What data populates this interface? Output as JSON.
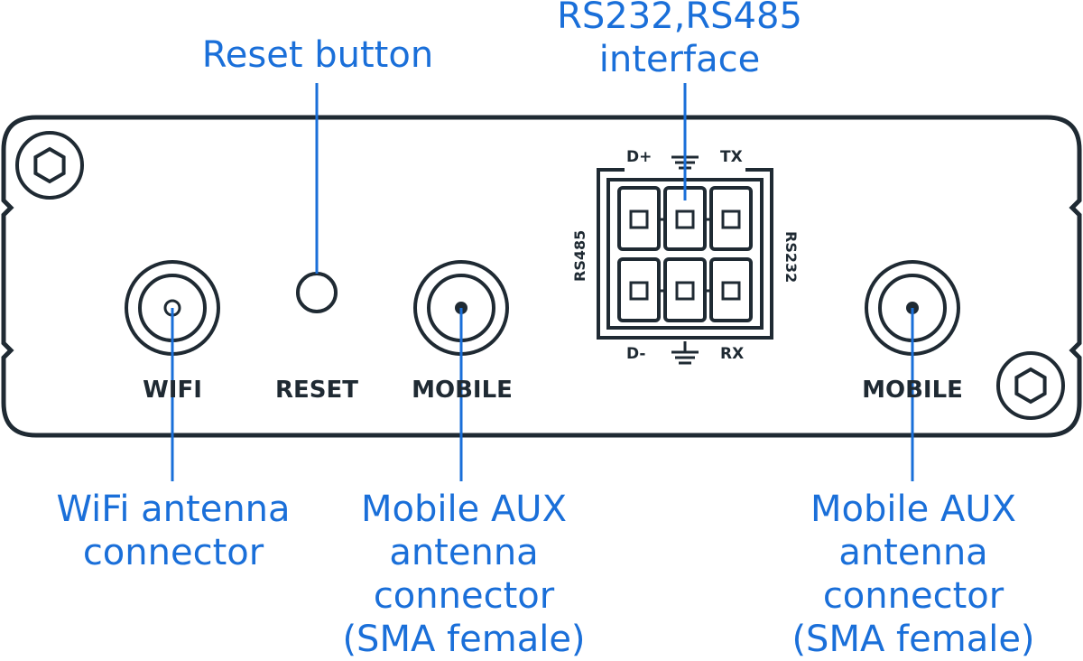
{
  "callouts": {
    "reset": "Reset button",
    "serial_line1": "RS232,RS485",
    "serial_line2": "interface",
    "wifi_line1": "WiFi antenna",
    "wifi_line2": "connector",
    "mobile_aux_line1": "Mobile AUX",
    "mobile_aux_line2": "antenna",
    "mobile_aux_line3": "connector",
    "mobile_aux_line4": "(SMA female)"
  },
  "panel_labels": {
    "wifi": "WIFI",
    "reset": "RESET",
    "mobile_left": "MOBILE",
    "mobile_right": "MOBILE"
  },
  "connector_labels": {
    "d_plus": "D+",
    "tx": "TX",
    "d_minus": "D-",
    "rx": "RX",
    "rs485": "RS485",
    "rs232": "RS232"
  },
  "colors": {
    "callout": "#1a6fd9",
    "outline": "#1f2a33",
    "background": "#ffffff"
  }
}
